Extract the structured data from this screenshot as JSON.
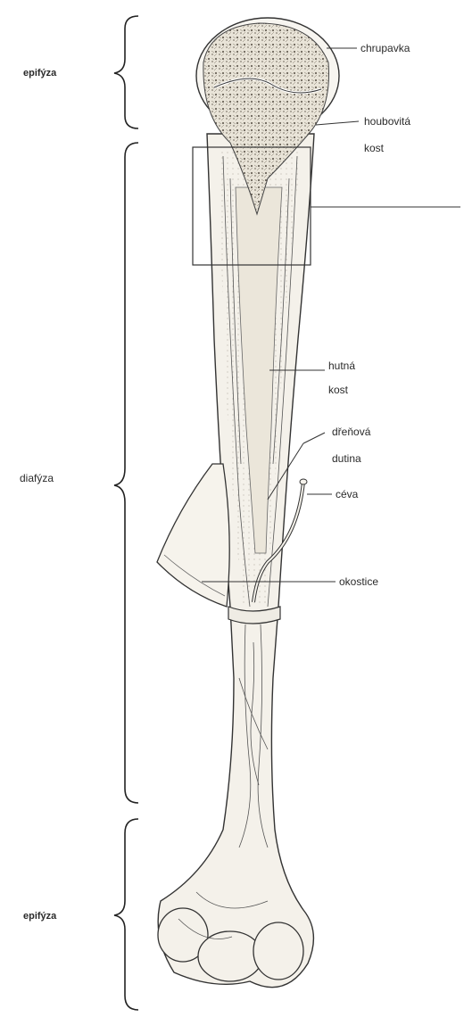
{
  "regions": {
    "proximal_epiphysis": "epifýza",
    "diaphysis": "diafýza",
    "distal_epiphysis": "epifýza"
  },
  "labels": {
    "cartilage": "chrupavka",
    "spongy_bone_line1": "houbovitá",
    "spongy_bone_line2": "kost",
    "compact_bone_line1": "hutná",
    "compact_bone_line2": "kost",
    "marrow_cavity_line1": "dřeňová",
    "marrow_cavity_line2": "dutina",
    "vessel": "céva",
    "periosteum": "okostice"
  }
}
